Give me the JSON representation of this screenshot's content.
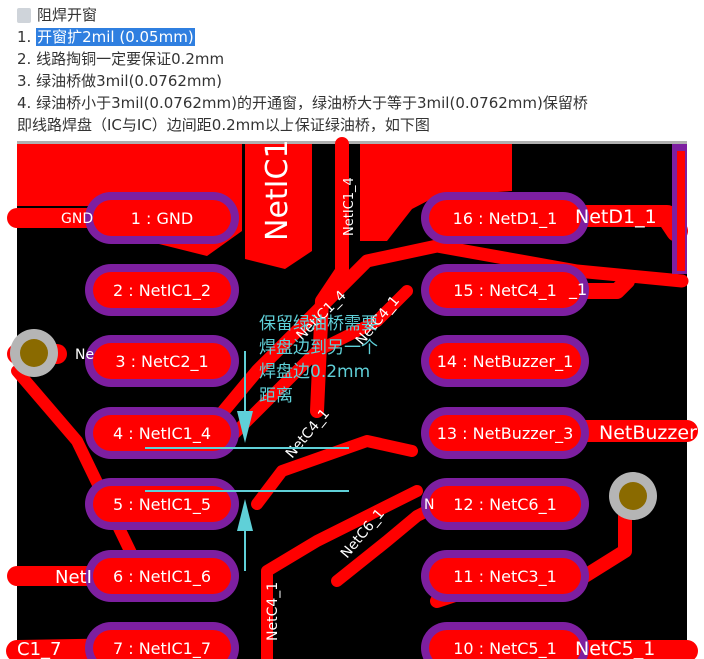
{
  "document": {
    "title": "阻焊开窗",
    "lines": [
      {
        "prefix": "1. ",
        "highlighted": "开窗扩2mil (0.05mm)"
      },
      {
        "text": "2. 线路掏铜一定要保证0.2mm"
      },
      {
        "text": "3. 绿油桥做3mil(0.0762mm)"
      },
      {
        "text": "4. 绿油桥小于3mil(0.0762mm)的开通窗，绿油桥大于等于3mil(0.0762mm)保留桥"
      },
      {
        "text": "即线路焊盘（IC与IC）边间距0.2mm以上保证绿油桥，如下图"
      }
    ]
  },
  "pcb": {
    "colors": {
      "board": "#000000",
      "copper": "#ff0000",
      "mask": "#7d1fa0",
      "annotation": "#5fd0d8",
      "via_ring": "#b5b5b5",
      "via_hole": "#8a6a00"
    },
    "pads_left": [
      "1 : GND",
      "2 : NetIC1_2",
      "3 : NetC2_1",
      "4 : NetIC1_4",
      "5 : NetIC1_5",
      "6 : NetIC1_6",
      "7 : NetIC1_7"
    ],
    "pads_right": [
      "16 : NetD1_1",
      "15 : NetC4_1",
      "14 : NetBuzzer_1",
      "13 : NetBuzzer_3",
      "12 : NetC6_1",
      "11 : NetC3_1",
      "10 : NetC5_1"
    ],
    "trace_labels": {
      "netic1_big": "NetIC1_",
      "netic1_4_vertical": "NetIC1_4",
      "netic1_4_diag": "NetIC1_4",
      "netc4_1_diag": "NetC4_1",
      "netc4_1_diag2": "NetC4_1",
      "netc4_1_bottom": "NetC4_1",
      "netc6_1_diag": "NetC6_1",
      "gnd_left": "GND",
      "net_left_3": "Ne",
      "net_left_6": "NetI",
      "c1_7_left": "C1_7",
      "netd1_1_right": "NetD1_1",
      "net_15_suffix": "_1",
      "netbuzzer_right": "NetBuzzer",
      "netc5_1_right": "NetC5_1",
      "net_12_prefix": "N"
    },
    "annotation": {
      "lines": [
        "保留绿油桥需要",
        "焊盘边到另一个",
        "焊盘边0.2mm",
        "距离"
      ]
    }
  }
}
